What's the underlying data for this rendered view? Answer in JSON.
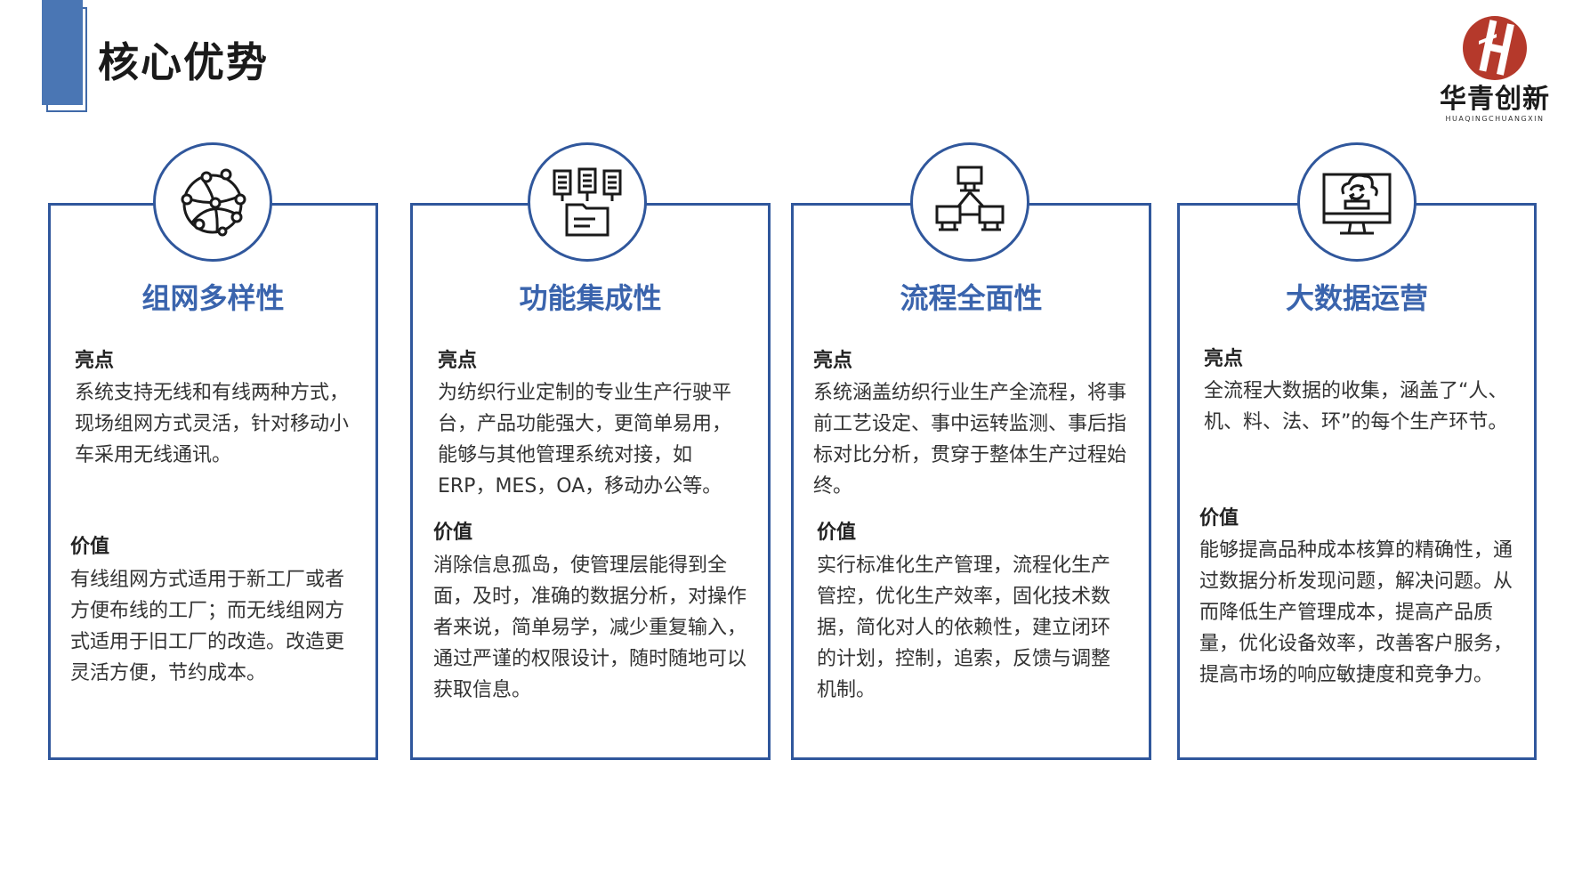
{
  "page": {
    "title": "核心优势",
    "accent_color": "#30579c",
    "title_color": "#3a64ad"
  },
  "logo": {
    "name_cn": "华青创新",
    "name_en": "HUAQINGCHUANGXIN",
    "mark_color": "#b5392b"
  },
  "cards": [
    {
      "icon": "globe-network-icon",
      "title": "组网多样性",
      "highlight_label": "亮点",
      "highlight_text": "系统支持无线和有线两种方式，现场组网方式灵活，针对移动小车采用无线通讯。",
      "value_label": "价值",
      "value_text": "有线组网方式适用于新工厂或者方便布线的工厂；而无线组网方式适用于旧工厂的改造。改造更灵活方便，节约成本。"
    },
    {
      "icon": "integrated-modules-icon",
      "title": "功能集成性",
      "highlight_label": "亮点",
      "highlight_text": "为纺织行业定制的专业生产行驶平台，产品功能强大，更简单易用，能够与其他管理系统对接，如ERP，MES，OA，移动办公等。",
      "value_label": "价值",
      "value_text": "消除信息孤岛，使管理层能得到全面，及时，准确的数据分析，对操作者来说，简单易学，减少重复输入，通过严谨的权限设计，随时随地可以获取信息。"
    },
    {
      "icon": "computer-network-icon",
      "title": "流程全面性",
      "highlight_label": "亮点",
      "highlight_text": "系统涵盖纺织行业生产全流程，将事前工艺设定、事中运转监测、事后指标对比分析，贯穿于整体生产过程始终。",
      "value_label": "价值",
      "value_text": "实行标准化生产管理，流程化生产管控，优化生产效率，固化技术数据，简化对人的依赖性，建立闭环的计划，控制，追索，反馈与调整机制。"
    },
    {
      "icon": "cloud-monitor-icon",
      "title": "大数据运营",
      "highlight_label": "亮点",
      "highlight_text": "全流程大数据的收集，涵盖了“人、机、料、法、环”的每个生产环节。",
      "value_label": "价值",
      "value_text": "能够提高品种成本核算的精确性，通过数据分析发现问题，解决问题。从而降低生产管理成本，提高产品质量，优化设备效率，改善客户服务，提高市场的响应敏捷度和竞争力。"
    }
  ]
}
